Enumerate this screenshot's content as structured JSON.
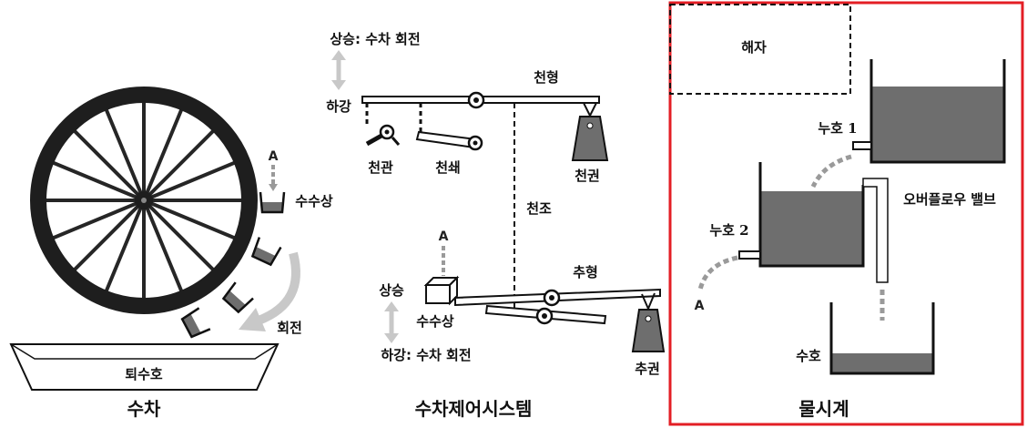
{
  "water_wheel": {
    "caption": "수차",
    "bucket_label": "수수상",
    "input_label": "A",
    "rotation_label": "회전",
    "trough_label": "퇴수호"
  },
  "control_system": {
    "caption": "수차제어시스템",
    "top_up_label": "상승: 수차 회전",
    "top_down_label": "하강",
    "upper_beam_label": "천형",
    "valve_label": "천관",
    "chain_label": "천쇄",
    "upper_weight_label": "천권",
    "rod_label": "천조",
    "input_label": "A",
    "lower_beam_label": "추형",
    "bottom_up_label": "상승",
    "bucket_label": "수수상",
    "bottom_down_label": "하강: 수차 회전",
    "lower_weight_label": "추권"
  },
  "water_clock": {
    "caption": "물시계",
    "reservoir_label": "해자",
    "tank1_label": "누호 1",
    "tank2_label": "누호 2",
    "overflow_label": "오버플로우 밸브",
    "receiver_label": "수호",
    "output_label": "A"
  },
  "colors": {
    "frame": "#e31e24",
    "water": "#6e6e6e",
    "arrow": "#c8c8c8",
    "dashed_flow": "#9a9a9a"
  }
}
